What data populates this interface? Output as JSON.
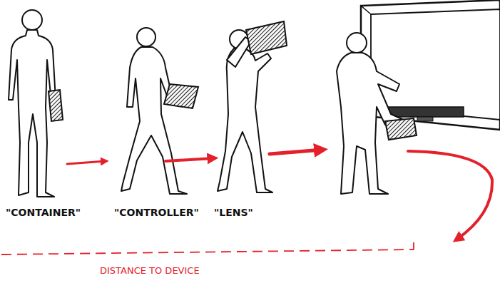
{
  "diagram": {
    "labels": [
      "\"CONTAINER\"",
      "\"CONTROLLER\"",
      "\"LENS\"",
      "DISTANCE TO DEVICE"
    ]
  }
}
